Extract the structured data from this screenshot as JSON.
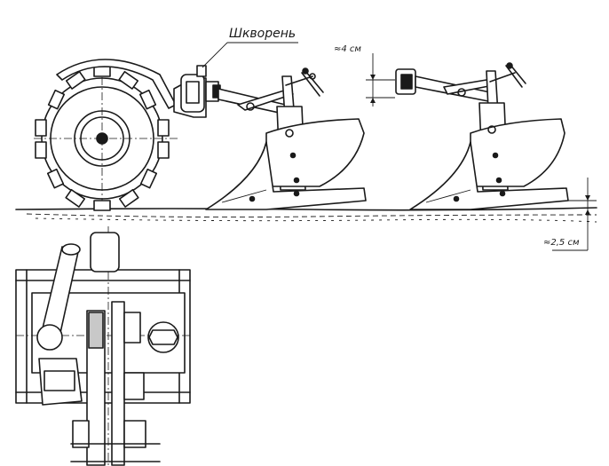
{
  "labels": {
    "kingpin": "Шкворень",
    "gap_top": "≈4 см",
    "gap_ground": "≈2,5 см"
  }
}
